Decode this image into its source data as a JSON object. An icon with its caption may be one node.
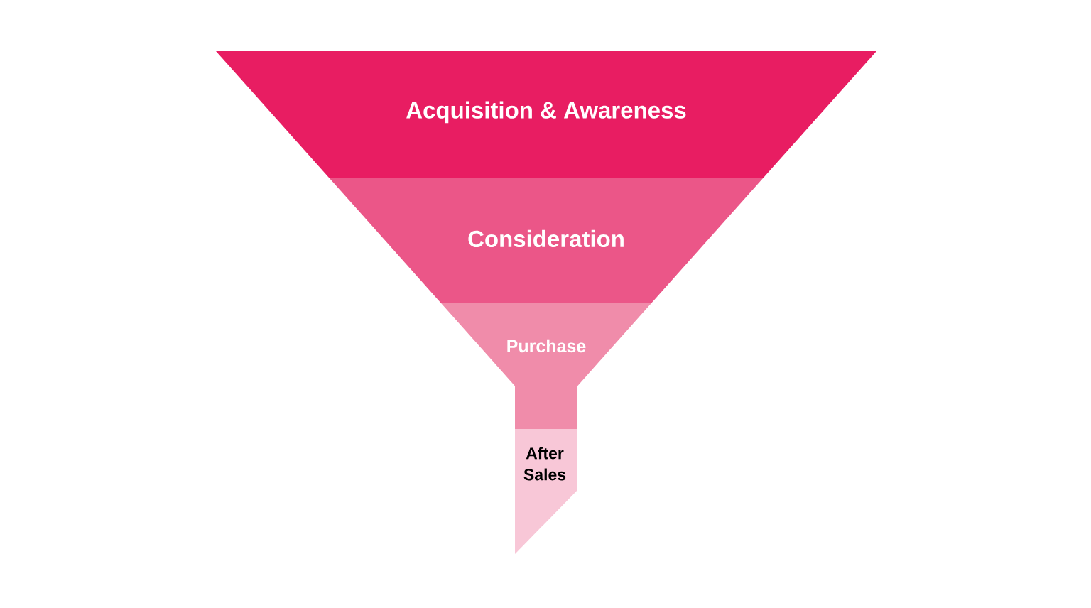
{
  "diagram": {
    "nodes": [
      {
        "text": [
          "Acquisition & Awareness"
        ]
      },
      {
        "text": [
          "Consideration"
        ]
      },
      {
        "text": [
          "Purchase"
        ]
      },
      {
        "text": [
          "After Sales"
        ]
      }
    ]
  }
}
